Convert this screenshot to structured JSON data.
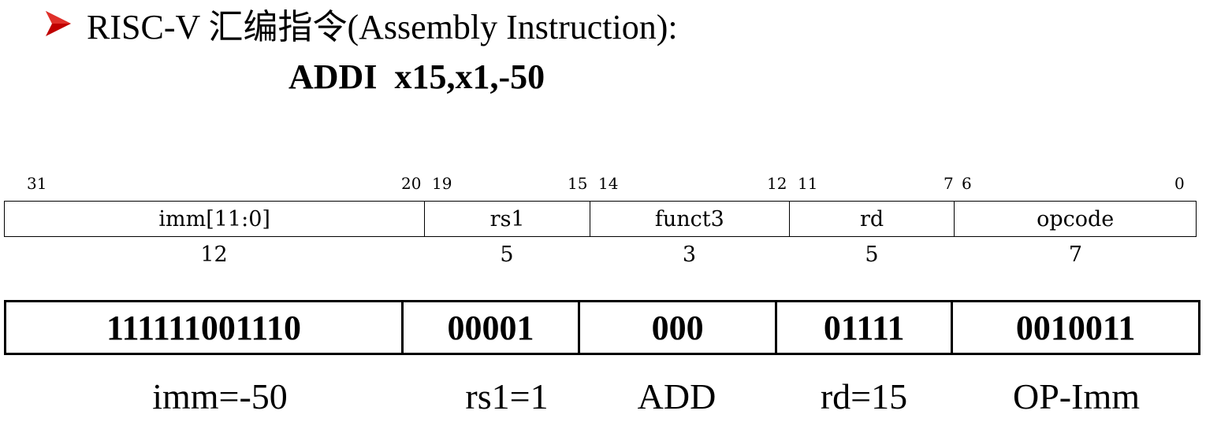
{
  "heading": {
    "bullet_icon": "right-arrowhead-bullet",
    "bullet_color": "#c00000",
    "text": "RISC-V 汇编指令(Assembly Instruction):"
  },
  "instruction": "ADDI  x15,x1,-50",
  "format": {
    "bit_labels": [
      "31",
      "20",
      "19",
      "15",
      "14",
      "12",
      "11",
      "7",
      "6",
      "0"
    ],
    "fields": [
      "imm[11:0]",
      "rs1",
      "funct3",
      "rd",
      "opcode"
    ],
    "widths": [
      "12",
      "5",
      "3",
      "5",
      "7"
    ]
  },
  "encoding": {
    "bits": [
      "111111001110",
      "00001",
      "000",
      "01111",
      "0010011"
    ],
    "meanings": [
      "imm=-50",
      "rs1=1",
      "ADD",
      "rd=15",
      "OP-Imm"
    ]
  }
}
